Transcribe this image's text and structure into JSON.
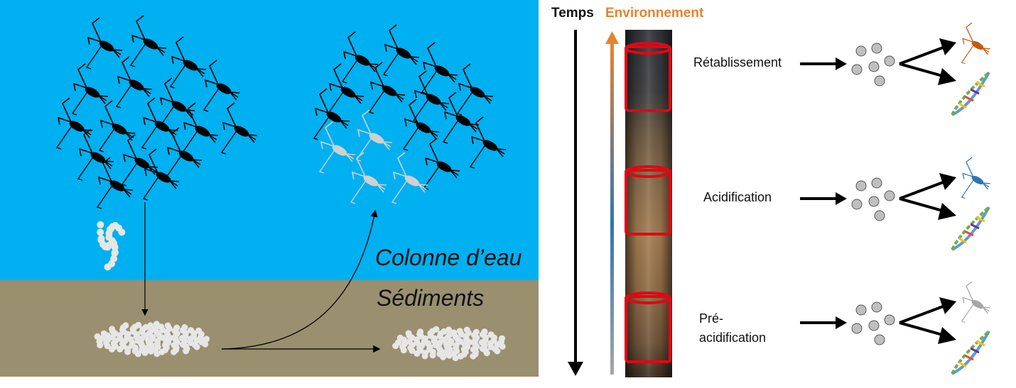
{
  "left_panel": {
    "water_label": "Colonne d’eau",
    "sediment_label": "Sédiments",
    "colors": {
      "water": "#00b0f0",
      "sediment": "#9a8f6f",
      "zooplankton_live": "#000000",
      "zooplankton_dead": "#d0d0d0",
      "eggs": "#e6e6e6"
    },
    "icons": [
      "zooplankton-icon",
      "resting-egg-icon",
      "hatched-zooplankton-icon"
    ]
  },
  "timeline": {
    "time_label": "Temps",
    "environment_label": "Environnement",
    "colors": {
      "time_arrow": "#000000",
      "environment_arrow_top": "#e8822e",
      "environment_arrow_mid": "#2e75b6",
      "environment_arrow_bottom": "#a6a6a6",
      "core_highlight": "#e30613"
    }
  },
  "stages": [
    {
      "label": "Rétablissement",
      "zooplankton_color": "#c55a11"
    },
    {
      "label": "Acidification",
      "zooplankton_color": "#2e75b6"
    },
    {
      "label": "Pré-acidification",
      "zooplankton_color": "#a6a6a6"
    }
  ]
}
